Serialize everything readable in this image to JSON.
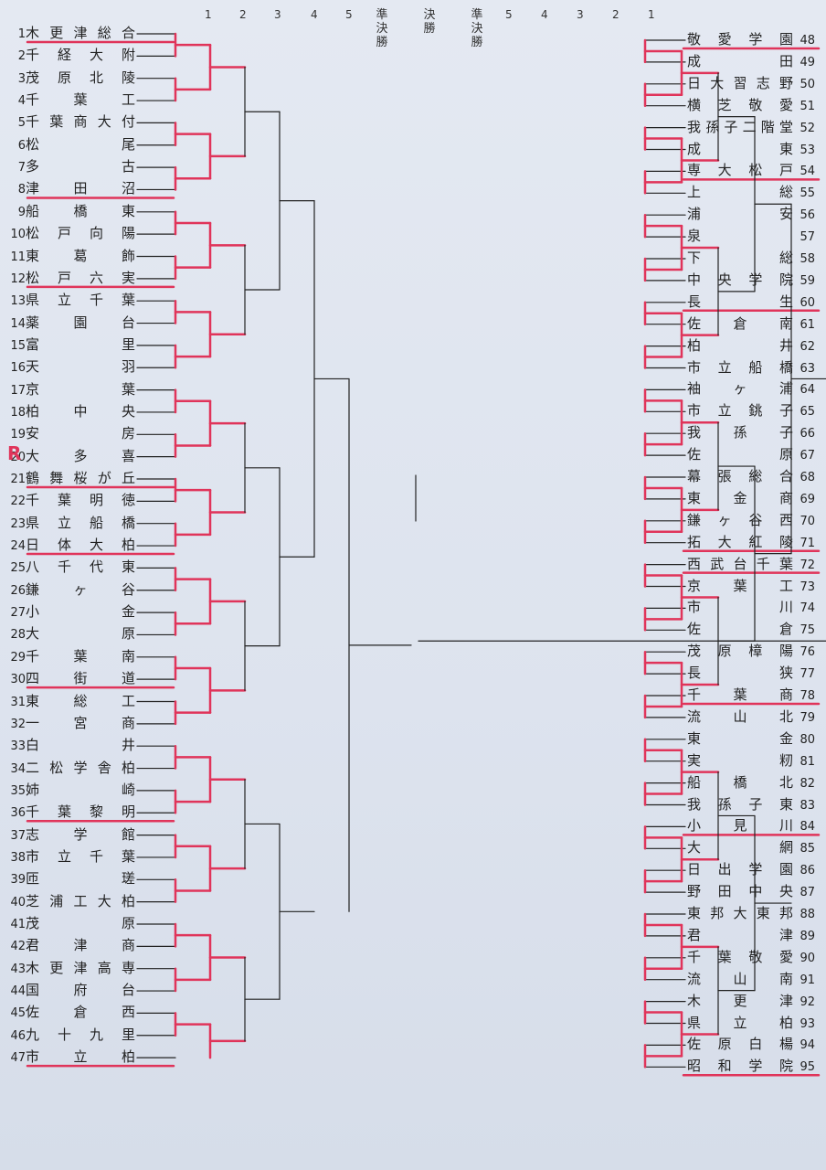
{
  "rounds_left": [
    "1",
    "2",
    "3",
    "4",
    "5"
  ],
  "rounds_right": [
    "5",
    "4",
    "3",
    "2",
    "1"
  ],
  "stage_semi": "準決勝",
  "stage_final": "決勝",
  "colors": {
    "ink": "#222222",
    "marker": "#e0345a"
  },
  "left_teams": [
    {
      "num": "1",
      "name": "木更津総合",
      "winner": true
    },
    {
      "num": "2",
      "name": "千経大附"
    },
    {
      "num": "3",
      "name": "茂原北陵"
    },
    {
      "num": "4",
      "name": "千葉工"
    },
    {
      "num": "5",
      "name": "千葉商大付"
    },
    {
      "num": "6",
      "name": "松尾"
    },
    {
      "num": "7",
      "name": "多古"
    },
    {
      "num": "8",
      "name": "津田沼",
      "winner": true
    },
    {
      "num": "9",
      "name": "船橋東"
    },
    {
      "num": "10",
      "name": "松戸向陽"
    },
    {
      "num": "11",
      "name": "東葛飾"
    },
    {
      "num": "12",
      "name": "松戸六実",
      "winner": true
    },
    {
      "num": "13",
      "name": "県立千葉"
    },
    {
      "num": "14",
      "name": "薬園台"
    },
    {
      "num": "15",
      "name": "富里"
    },
    {
      "num": "16",
      "name": "天羽"
    },
    {
      "num": "17",
      "name": "京葉"
    },
    {
      "num": "18",
      "name": "柏中央"
    },
    {
      "num": "19",
      "name": "安房"
    },
    {
      "num": "20",
      "name": "大多喜"
    },
    {
      "num": "21",
      "name": "鶴舞桜が丘",
      "winner": true
    },
    {
      "num": "22",
      "name": "千葉明徳"
    },
    {
      "num": "23",
      "name": "県立船橋"
    },
    {
      "num": "24",
      "name": "日体大柏",
      "winner": true
    },
    {
      "num": "25",
      "name": "八千代東"
    },
    {
      "num": "26",
      "name": "鎌ヶ谷"
    },
    {
      "num": "27",
      "name": "小金"
    },
    {
      "num": "28",
      "name": "大原"
    },
    {
      "num": "29",
      "name": "千葉南"
    },
    {
      "num": "30",
      "name": "四街道",
      "winner": true
    },
    {
      "num": "31",
      "name": "東総工"
    },
    {
      "num": "32",
      "name": "一宮商"
    },
    {
      "num": "33",
      "name": "白井"
    },
    {
      "num": "34",
      "name": "二松学舎柏"
    },
    {
      "num": "35",
      "name": "姉崎"
    },
    {
      "num": "36",
      "name": "千葉黎明",
      "winner": true
    },
    {
      "num": "37",
      "name": "志学館"
    },
    {
      "num": "38",
      "name": "市立千葉"
    },
    {
      "num": "39",
      "name": "匝瑳"
    },
    {
      "num": "40",
      "name": "芝浦工大柏"
    },
    {
      "num": "41",
      "name": "茂原"
    },
    {
      "num": "42",
      "name": "君津商"
    },
    {
      "num": "43",
      "name": "木更津高専"
    },
    {
      "num": "44",
      "name": "国府台"
    },
    {
      "num": "45",
      "name": "佐倉西"
    },
    {
      "num": "46",
      "name": "九十九里"
    },
    {
      "num": "47",
      "name": "市立柏",
      "winner": true
    }
  ],
  "right_teams": [
    {
      "num": "48",
      "name": "敬愛学園",
      "winner": true
    },
    {
      "num": "49",
      "name": "成田"
    },
    {
      "num": "50",
      "name": "日大習志野"
    },
    {
      "num": "51",
      "name": "横芝敬愛"
    },
    {
      "num": "52",
      "name": "我孫子二階堂"
    },
    {
      "num": "53",
      "name": "成東"
    },
    {
      "num": "54",
      "name": "専大松戸",
      "winner": true
    },
    {
      "num": "55",
      "name": "上総"
    },
    {
      "num": "56",
      "name": "浦安"
    },
    {
      "num": "57",
      "name": "泉"
    },
    {
      "num": "58",
      "name": "下総"
    },
    {
      "num": "59",
      "name": "中央学院"
    },
    {
      "num": "60",
      "name": "長生",
      "winner": true
    },
    {
      "num": "61",
      "name": "佐倉南"
    },
    {
      "num": "62",
      "name": "柏井"
    },
    {
      "num": "63",
      "name": "市立船橋"
    },
    {
      "num": "64",
      "name": "袖ヶ浦"
    },
    {
      "num": "65",
      "name": "市立銚子"
    },
    {
      "num": "66",
      "name": "我孫子"
    },
    {
      "num": "67",
      "name": "佐原"
    },
    {
      "num": "68",
      "name": "幕張総合"
    },
    {
      "num": "69",
      "name": "東金商"
    },
    {
      "num": "70",
      "name": "鎌ヶ谷西"
    },
    {
      "num": "71",
      "name": "拓大紅陵",
      "winner": true
    },
    {
      "num": "72",
      "name": "西武台千葉",
      "winner": true
    },
    {
      "num": "73",
      "name": "京葉工"
    },
    {
      "num": "74",
      "name": "市川"
    },
    {
      "num": "75",
      "name": "佐倉"
    },
    {
      "num": "76",
      "name": "茂原樟陽"
    },
    {
      "num": "77",
      "name": "長狭"
    },
    {
      "num": "78",
      "name": "千葉商",
      "winner": true
    },
    {
      "num": "79",
      "name": "流山北"
    },
    {
      "num": "80",
      "name": "東金"
    },
    {
      "num": "81",
      "name": "実籾"
    },
    {
      "num": "82",
      "name": "船橋北"
    },
    {
      "num": "83",
      "name": "我孫子東"
    },
    {
      "num": "84",
      "name": "小見川",
      "winner": true
    },
    {
      "num": "85",
      "name": "大網"
    },
    {
      "num": "86",
      "name": "日出学園"
    },
    {
      "num": "87",
      "name": "野田中央"
    },
    {
      "num": "88",
      "name": "東邦大東邦"
    },
    {
      "num": "89",
      "name": "君津"
    },
    {
      "num": "90",
      "name": "千葉敬愛"
    },
    {
      "num": "91",
      "name": "流山南"
    },
    {
      "num": "92",
      "name": "木更津"
    },
    {
      "num": "93",
      "name": "県立柏"
    },
    {
      "num": "94",
      "name": "佐原白楊"
    },
    {
      "num": "95",
      "name": "昭和学院",
      "winner": true
    }
  ],
  "handwritten_mark": "R"
}
